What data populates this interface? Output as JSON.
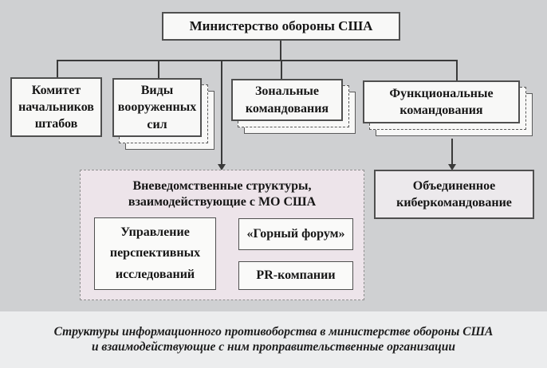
{
  "ministry": {
    "label": "Министерство обороны США"
  },
  "row": {
    "komitet": {
      "line1": "Комитет",
      "line2": "начальников",
      "line3": "штабов"
    },
    "vidy": {
      "line1": "Виды",
      "line2": "вооруженных",
      "line3": "сил"
    },
    "zonal": {
      "line1": "Зональные",
      "line2": "командования"
    },
    "func": {
      "line1": "Функциональные",
      "line2": "командования"
    }
  },
  "cyber": {
    "line1": "Объединенное",
    "line2": "киберкомандование"
  },
  "external": {
    "title_line1": "Вневедомственные структуры,",
    "title_line2": "взаимодействующие с МО США",
    "darpa": {
      "line1": "Управление",
      "line2": "перспективных",
      "line3": "исследований"
    },
    "forum": {
      "label": "«Горный форум»"
    },
    "pr": {
      "label": "PR-компании"
    }
  },
  "caption": {
    "line1": "Структуры информационного противоборства в министерстве обороны США",
    "line2": "и взаимодействующие с ним проправительственные организации"
  },
  "colors": {
    "diagram_bg": "#cfd0d2",
    "caption_bg": "#ecedee",
    "box_bg": "#f8f8f7",
    "box_border": "#4f4f4f",
    "external_bg": "#ede4ea",
    "cyber_bg": "#ece9ec",
    "connector": "#3a3a3a"
  }
}
